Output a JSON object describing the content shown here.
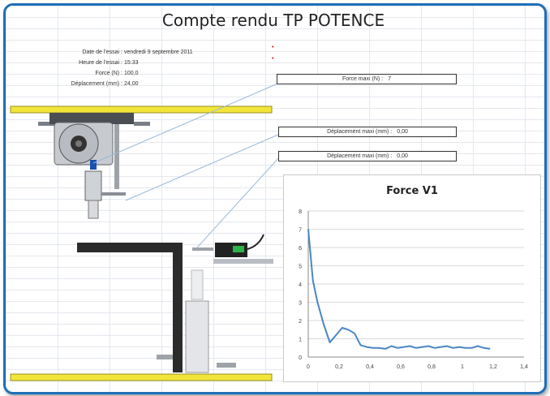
{
  "title": "Compte rendu TP POTENCE",
  "info": [
    {
      "label": "Date de l'essai :",
      "value": "vendredi 9 septembre 2011"
    },
    {
      "label": "Heure de l'essai :",
      "value": "15:33"
    },
    {
      "label": "Force (N) :",
      "value": "100,0"
    },
    {
      "label": "Déplacement (mm) :",
      "value": "24,00"
    }
  ],
  "callouts": {
    "force_max": {
      "label": "Force maxi (N) :",
      "value": "7"
    },
    "disp_max_1": {
      "label": "Déplacement maxi (mm) :",
      "value": "0,00"
    },
    "disp_max_2": {
      "label": "Déplacement maxi (mm) :",
      "value": "0,00"
    }
  },
  "colors": {
    "frame": "#1e6fb8",
    "beam_yellow": "#f2e53a",
    "series_line": "#4a86c5",
    "sensor_green": "#2fb24a"
  },
  "chart_data": {
    "type": "line",
    "title": "Force V1",
    "xlim": [
      0,
      1.4
    ],
    "ylim": [
      0,
      8
    ],
    "x_ticks": [
      "0",
      "0,2",
      "0,4",
      "0,6",
      "0,8",
      "1",
      "1,2",
      "1,4"
    ],
    "y_ticks": [
      "0",
      "1",
      "2",
      "3",
      "4",
      "5",
      "6",
      "7",
      "8"
    ],
    "grid": "horizontal",
    "series": [
      {
        "x": [
          0,
          0.03,
          0.06,
          0.1,
          0.14,
          0.18,
          0.22,
          0.26,
          0.3,
          0.34,
          0.38,
          0.42,
          0.46,
          0.5,
          0.54,
          0.58,
          0.62,
          0.66,
          0.7,
          0.74,
          0.78,
          0.82,
          0.86,
          0.9,
          0.94,
          0.98,
          1.02,
          1.06,
          1.1,
          1.14,
          1.18
        ],
        "y": [
          7,
          4.2,
          3.0,
          1.8,
          0.8,
          1.2,
          1.6,
          1.5,
          1.3,
          0.65,
          0.55,
          0.5,
          0.5,
          0.45,
          0.6,
          0.5,
          0.55,
          0.6,
          0.5,
          0.55,
          0.6,
          0.5,
          0.55,
          0.6,
          0.5,
          0.55,
          0.5,
          0.5,
          0.6,
          0.5,
          0.45
        ]
      }
    ]
  }
}
